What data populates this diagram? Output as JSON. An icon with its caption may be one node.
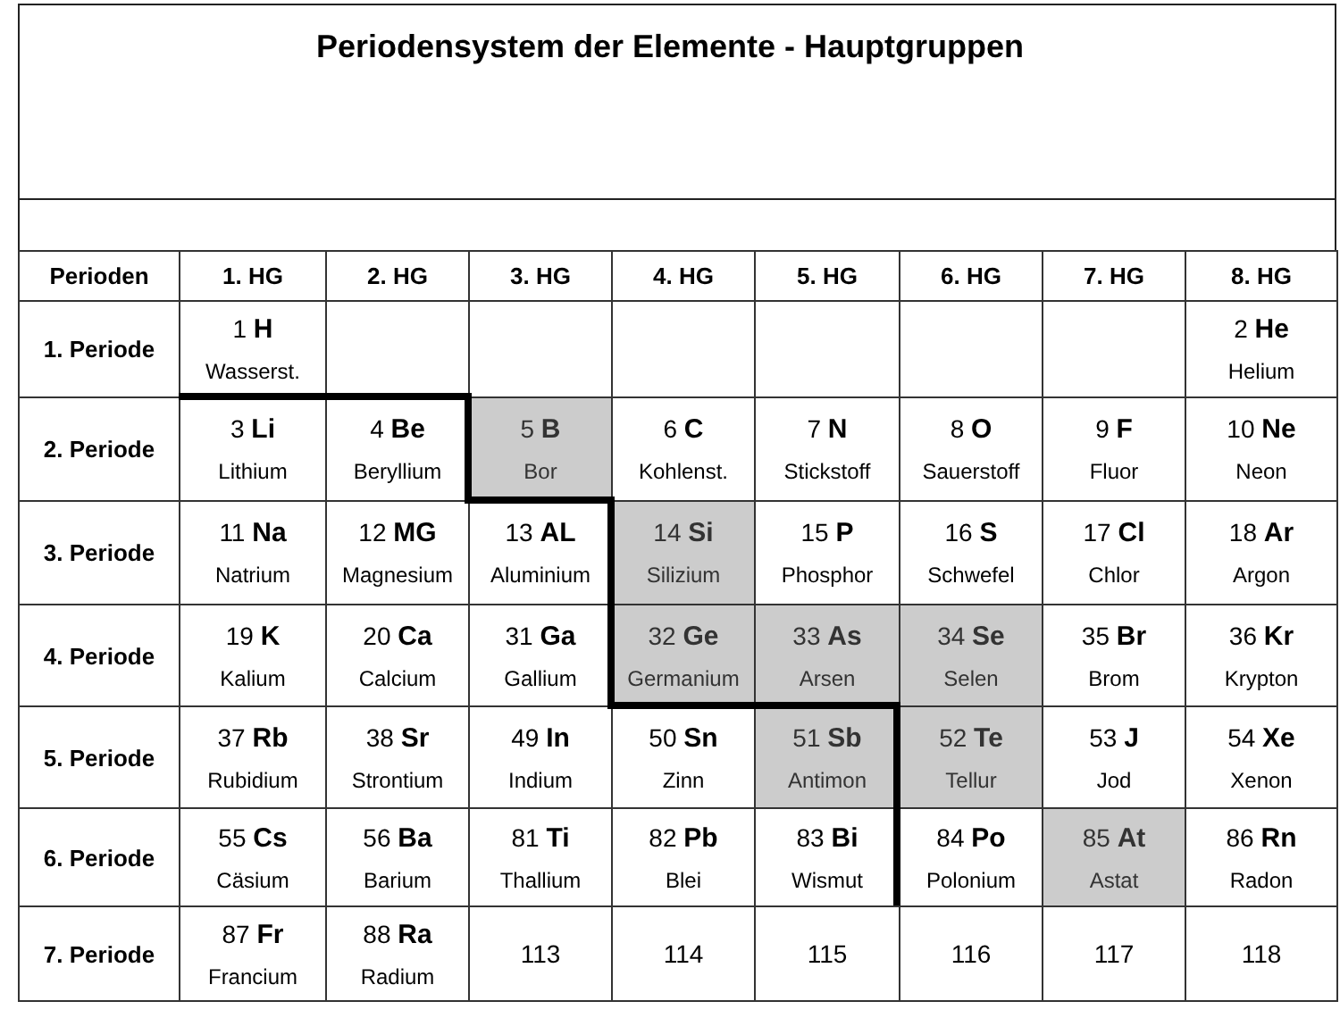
{
  "diagram": {
    "title": "Periodensystem der Elemente - Hauptgruppen",
    "labels": [
      "Perioden",
      "1. HG",
      "2. HG",
      "3. HG",
      "4. HG",
      "5. HG",
      "6. HG",
      "7. HG",
      "8. HG",
      "1. Periode",
      "1 **H**",
      "Wasserst.",
      "2 **He**",
      "Helium",
      "2. Periode",
      "3 **Li**",
      "Lithium",
      "4 **Be**",
      "Beryllium",
      "5 **B**",
      "Bor",
      "6 **C**",
      "Kohlenst.",
      "7 **N**",
      "Stickstoff",
      "8 **O**",
      "Sauerstoff",
      "9 **F**",
      "Fluor",
      "10 **Ne**",
      "Neon",
      "3. Periode",
      "11 **Na**",
      "Natrium",
      "12 **MG**",
      "Magnesium",
      "13 **AL**",
      "Aluminium",
      "14 **Si**",
      "Silizium",
      "15 **P**",
      "Phosphor",
      "16 **S**",
      "Schwefel",
      "17 **Cl**",
      "Chlor",
      "18 **Ar**",
      "Argon",
      "4. Periode",
      "19 **K**",
      "Kalium",
      "20 **Ca**",
      "Calcium",
      "31 **Ga**",
      "Gallium",
      "32 **Ge**",
      "Germanium",
      "33 **As**",
      "Arsen",
      "34 **Se**",
      "Selen",
      "35 **Br**",
      "Brom",
      "36 **Kr**",
      "Krypton",
      "5. Periode",
      "37 **Rb**",
      "Rubidium",
      "38 **Sr**",
      "Strontium",
      "49 **In**",
      "Indium",
      "50 **Sn**",
      "Zinn",
      "51 **Sb**",
      "Antimon",
      "52 **Te**",
      "Tellur",
      "53 **J**",
      "Jod",
      "54 **Xe**",
      "Xenon",
      "6. Periode",
      "55 **Cs**",
      "Cäsium",
      "56 **Ba**",
      "Barium",
      "81 **Ti**",
      "Thallium",
      "82 **Pb**",
      "Blei",
      "83 **Bi**",
      "Wismut",
      "84 **Po**",
      "Polonium",
      "85 **At**",
      "Astat",
      "86 **Rn**",
      "Radon",
      "7. Periode",
      "87 **Fr**",
      "Francium",
      "88 **Ra**",
      "Radium",
      "113",
      "114",
      "115",
      "116",
      "117",
      "118"
    ]
  }
}
